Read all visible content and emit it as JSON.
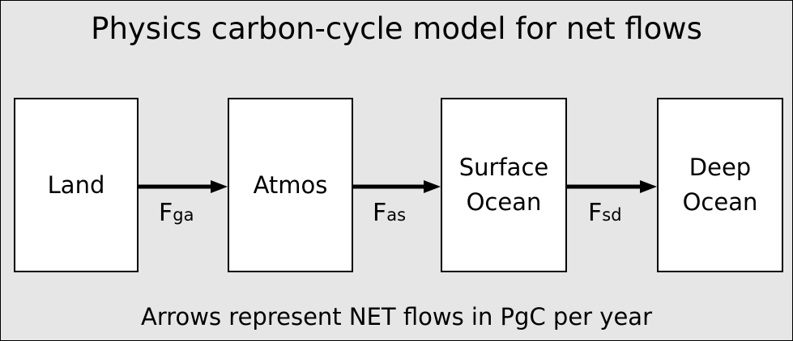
{
  "title": "Physics carbon-cycle model for net flows",
  "boxes": {
    "land": "Land",
    "atmos": "Atmos",
    "surface_ocean": [
      "Surface",
      "Ocean"
    ],
    "deep_ocean": [
      "Deep",
      "Ocean"
    ]
  },
  "flows": {
    "ga": {
      "main": "F",
      "sub": "ga"
    },
    "as": {
      "main": "F",
      "sub": "as"
    },
    "sd": {
      "main": "F",
      "sub": "sd"
    }
  },
  "footer": "Arrows represent NET flows in PgC per year",
  "colors": {
    "background": "#e6e6e6",
    "box_fill": "#ffffff",
    "stroke": "#000000"
  }
}
